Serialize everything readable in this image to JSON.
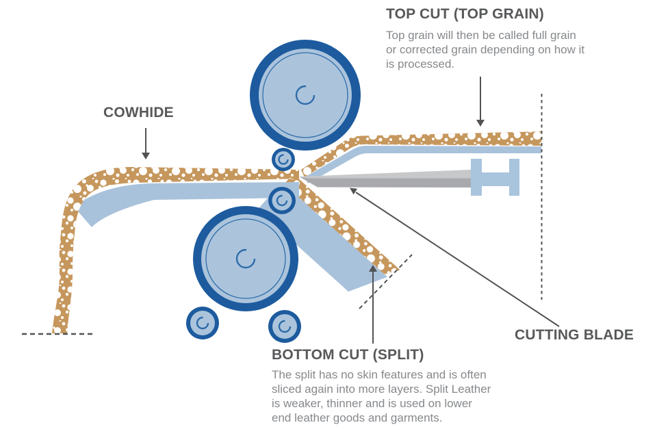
{
  "annotations": {
    "top_cut": {
      "title": "TOP CUT (TOP GRAIN)",
      "lines": [
        "Top grain will then be called full grain",
        "or corrected grain depending on how it",
        "is processed."
      ]
    },
    "cowhide": {
      "title": "COWHIDE"
    },
    "cutting_blade": {
      "title": "CUTTING BLADE"
    },
    "bottom_cut": {
      "title": "BOTTOM CUT (SPLIT)",
      "lines": [
        "The split has no skin features and is often",
        "sliced again into more layers. Split Leather",
        "is weaker, thinner and is used on lower",
        "end leather goods and garments."
      ]
    }
  },
  "colors": {
    "roller_ring": "#1d5b9e",
    "roller_face": "#abc4dc",
    "roller_detail": "#2e6ca9",
    "hide_tan": "#c6975d",
    "under_layer": "#a9c2db",
    "blade_top": "#c7c8ca",
    "blade_side": "#a7a9ac",
    "handle": "#a9c4dd",
    "title_text": "#57585a",
    "body_text": "#86888b",
    "line_gray": "#515254"
  }
}
